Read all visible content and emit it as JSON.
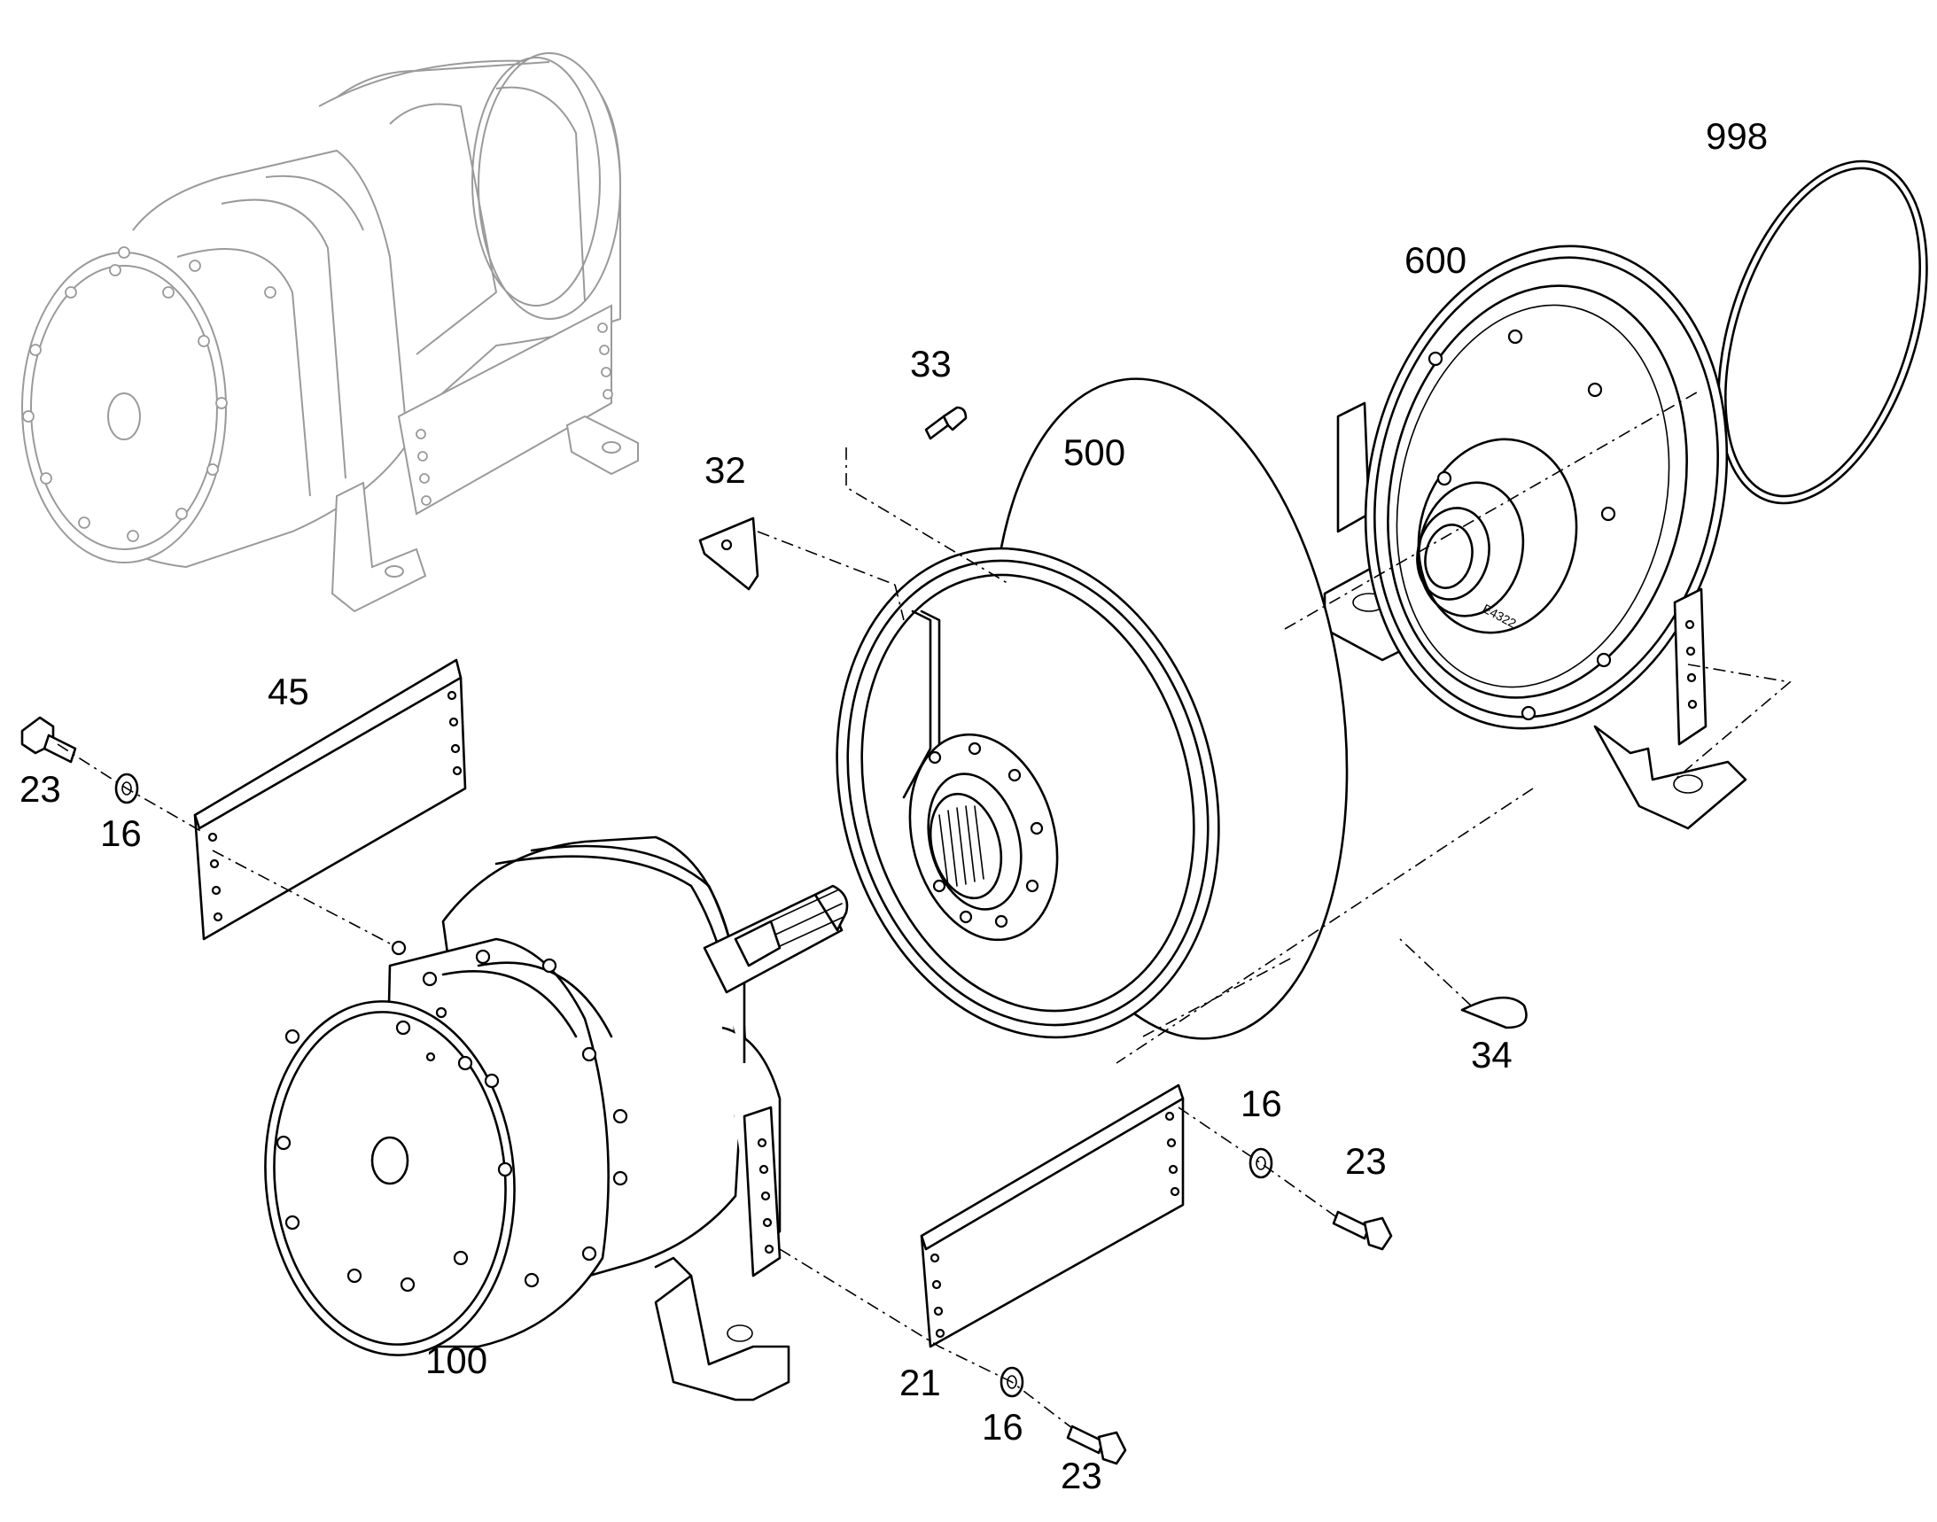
{
  "diagram": {
    "callouts": {
      "p998": "998",
      "p600": "600",
      "p33": "33",
      "p500": "500",
      "p32": "32",
      "p45": "45",
      "p23_left": "23",
      "p16_left": "16",
      "p34": "34",
      "p16_right": "16",
      "p23_right": "23",
      "p100": "100",
      "p21": "21",
      "p16_bottom": "16",
      "p23_bottom": "23"
    },
    "engraved_mark": "E4322"
  }
}
